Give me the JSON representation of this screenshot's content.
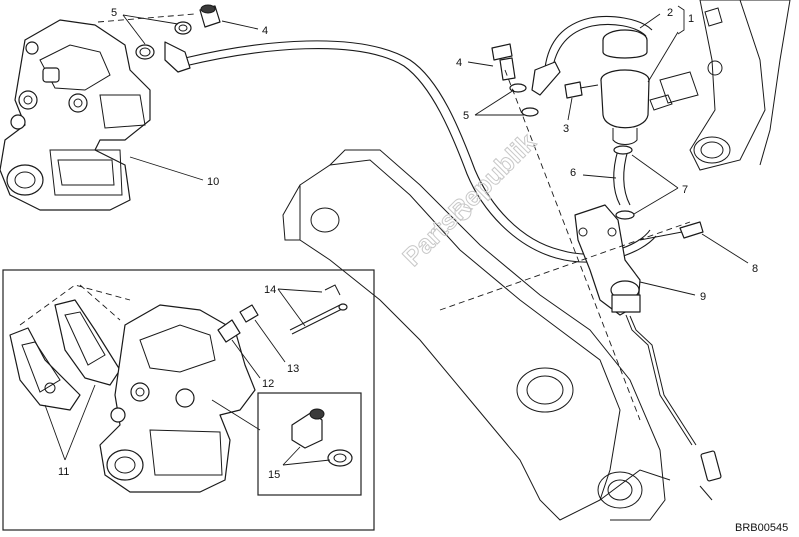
{
  "callouts": {
    "c1": "1",
    "c2": "2",
    "c3": "3",
    "c4a": "4",
    "c4b": "4",
    "c5a": "5",
    "c5b": "5",
    "c6": "6",
    "c7": "7",
    "c8": "8",
    "c9": "9",
    "c10": "10",
    "c11": "11",
    "c12": "12",
    "c13": "13",
    "c14": "14",
    "c15": "15"
  },
  "diagram_code": "BRB00545",
  "watermark": "PartsRepublik",
  "colors": {
    "line": "#1a1a1a",
    "background": "#ffffff",
    "watermark": "#c8c8c8"
  }
}
